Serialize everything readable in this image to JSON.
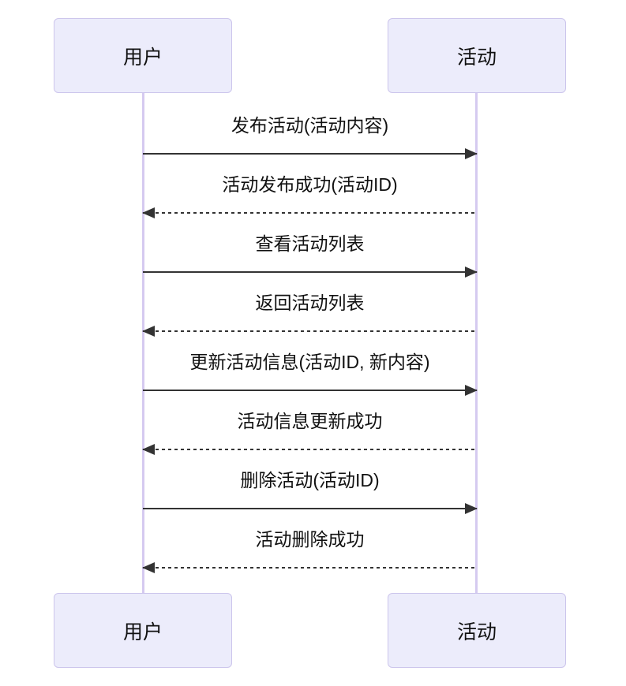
{
  "diagram": {
    "type": "sequence",
    "actors": [
      {
        "name": "用户"
      },
      {
        "name": "活动"
      }
    ],
    "messages": [
      {
        "text": "发布活动(活动内容)",
        "from": "用户",
        "to": "活动",
        "direction": "right",
        "line": "solid"
      },
      {
        "text": "活动发布成功(活动ID)",
        "from": "活动",
        "to": "用户",
        "direction": "left",
        "line": "dashed"
      },
      {
        "text": "查看活动列表",
        "from": "用户",
        "to": "活动",
        "direction": "right",
        "line": "solid"
      },
      {
        "text": "返回活动列表",
        "from": "活动",
        "to": "用户",
        "direction": "left",
        "line": "dashed"
      },
      {
        "text": "更新活动信息(活动ID, 新内容)",
        "from": "用户",
        "to": "活动",
        "direction": "right",
        "line": "solid"
      },
      {
        "text": "活动信息更新成功",
        "from": "活动",
        "to": "用户",
        "direction": "left",
        "line": "dashed"
      },
      {
        "text": "删除活动(活动ID)",
        "from": "用户",
        "to": "活动",
        "direction": "right",
        "line": "solid"
      },
      {
        "text": "活动删除成功",
        "from": "活动",
        "to": "用户",
        "direction": "left",
        "line": "dashed"
      }
    ],
    "colors": {
      "actor_fill": "#ECECFB",
      "actor_border": "#CCC5EC",
      "lifeline": "#D5CAF0",
      "arrow": "#333333",
      "text": "#111111"
    }
  }
}
